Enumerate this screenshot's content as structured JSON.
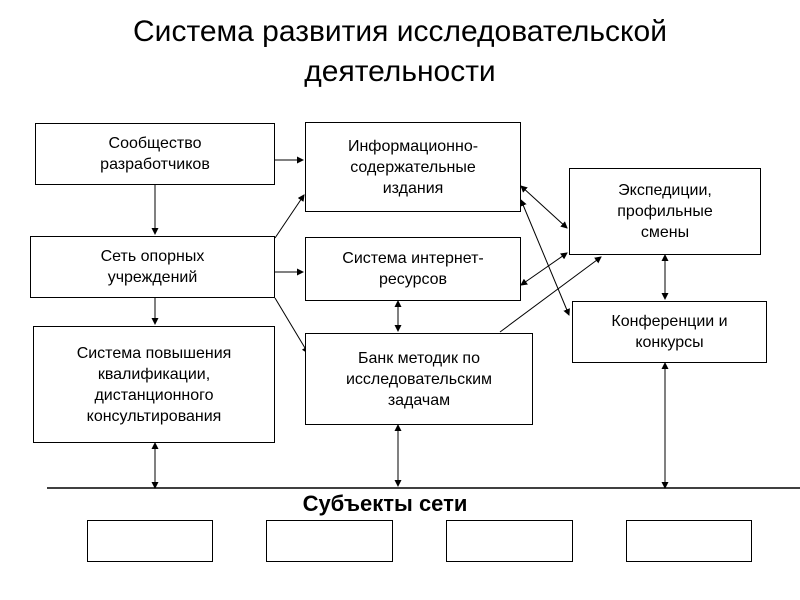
{
  "title": {
    "line1": "Система развития исследовательской",
    "line2": "деятельности"
  },
  "boxes": {
    "developers": "Сообщество\nразработчиков",
    "base_institutions": "Сеть опорных\nучреждений",
    "qualification": "Система повышения\nквалификации,\nдистанционного\nконсультирования",
    "publications": "Информационно-\nсодержательные\nиздания",
    "internet": "Система интернет-\nресурсов",
    "method_bank": "Банк методик по\nисследовательским\nзадачам",
    "expeditions": "Экспедиции,\nпрофильные\nсмены",
    "conferences": "Конференции и\nконкурсы"
  },
  "network_label": "Субъекты сети",
  "colors": {
    "line": "#000000",
    "background": "#ffffff"
  }
}
